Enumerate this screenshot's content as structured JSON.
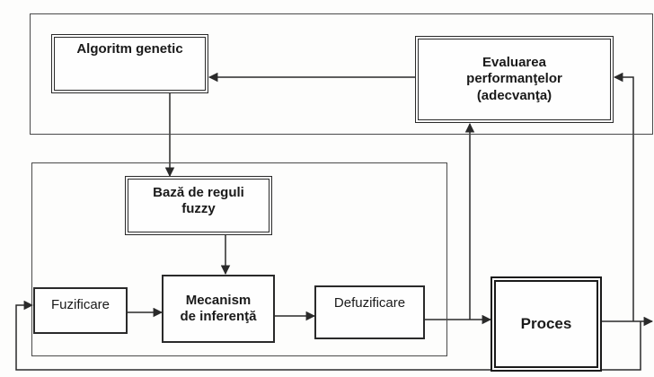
{
  "diagram": {
    "nodes": {
      "genetic_algorithm": "Algoritm genetic",
      "performance_eval": "Evaluarea\nperformanţelor\n(adecvanţa)",
      "fuzzy_rule_base": "Bază de reguli\nfuzzy",
      "fuzzification": "Fuzificare",
      "inference_mechanism": "Mecanism\nde inferenţă",
      "defuzzification": "Defuzificare",
      "process": "Proces"
    },
    "edges": [
      [
        "performance_eval",
        "genetic_algorithm"
      ],
      [
        "genetic_algorithm",
        "fuzzy_rule_base"
      ],
      [
        "fuzzy_rule_base",
        "inference_mechanism"
      ],
      [
        "fuzzification",
        "inference_mechanism"
      ],
      [
        "inference_mechanism",
        "defuzzification"
      ],
      [
        "defuzzification",
        "process"
      ],
      [
        "defuzzification",
        "performance_eval"
      ],
      [
        "process",
        "performance_eval"
      ],
      [
        "process",
        "fuzzification"
      ]
    ]
  }
}
